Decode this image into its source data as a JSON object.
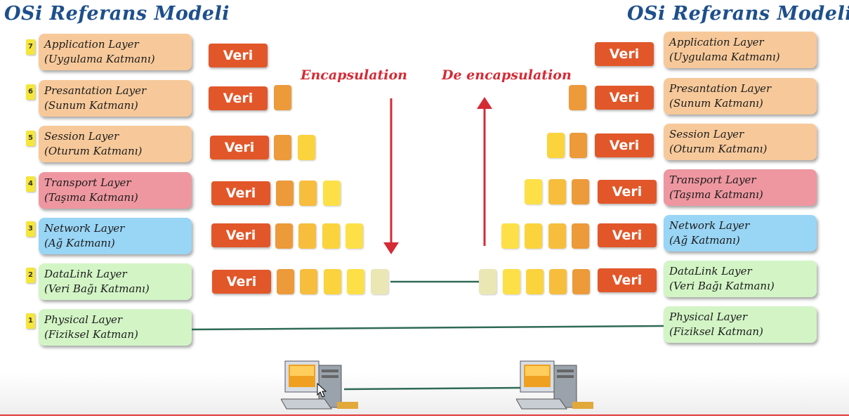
{
  "titles": {
    "left": "OSi Referans Modeli",
    "right": "OSi Referans Modeli"
  },
  "layers": [
    {
      "num": "7",
      "name": "Application Layer",
      "sub": "(Uygulama Katmanı)",
      "color": "#f7c99a"
    },
    {
      "num": "6",
      "name": "Presantation Layer",
      "sub": "(Sunum Katmanı)",
      "color": "#f7c99a"
    },
    {
      "num": "5",
      "name": "Session Layer",
      "sub": "(Oturum Katmanı)",
      "color": "#f7c99a"
    },
    {
      "num": "4",
      "name": "Transport Layer",
      "sub": "(Taşıma Katmanı)",
      "color": "#ee97a0"
    },
    {
      "num": "3",
      "name": "Network Layer",
      "sub": "(Ağ Katmanı)",
      "color": "#99d5f5"
    },
    {
      "num": "2",
      "name": "DataLink Layer",
      "sub": "(Veri Bağı Katmanı)",
      "color": "#d3f5c6"
    },
    {
      "num": "1",
      "name": "Physical Layer",
      "sub": "(Fiziksel Katman)",
      "color": "#d3f5c6"
    }
  ],
  "data_label": "Veri",
  "encapsulation_label": "Encapsulation",
  "deencapsulation_label": "De encapsulation",
  "header_counts": [
    0,
    1,
    2,
    3,
    4,
    5
  ],
  "icons": {
    "computer_left": "computer-icon",
    "computer_right": "computer-icon",
    "cursor": "mouse-cursor-icon"
  },
  "colors": {
    "title": "#1e4f8c",
    "veri": "#e2572a",
    "arrow": "#d42b35",
    "line": "#2f6a55",
    "bottom_rule": "#e03838"
  }
}
